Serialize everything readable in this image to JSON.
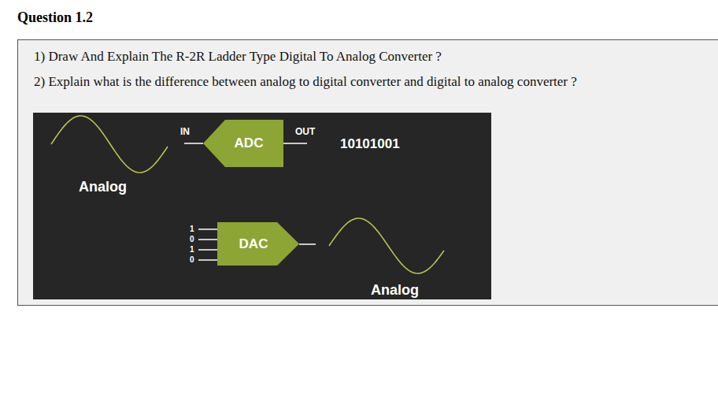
{
  "diagram": {
    "title": "Question 1.2",
    "nodes": [
      {
        "text": [
          "1) Draw And Explain The R-2R Ladder Type Digital To Analog Converter ?",
          "2) Explain what is the difference between analog to digital converter and digital to analog converter ?"
        ]
      },
      {
        "text": [
          "ADC"
        ],
        "in": 0
      },
      {
        "text": [
          "DAC"
        ],
        "in": 0
      }
    ],
    "labels": [
      "Analog",
      "IN",
      "OUT",
      "10101001",
      "1",
      "0",
      "1",
      "0",
      "Analog"
    ]
  }
}
